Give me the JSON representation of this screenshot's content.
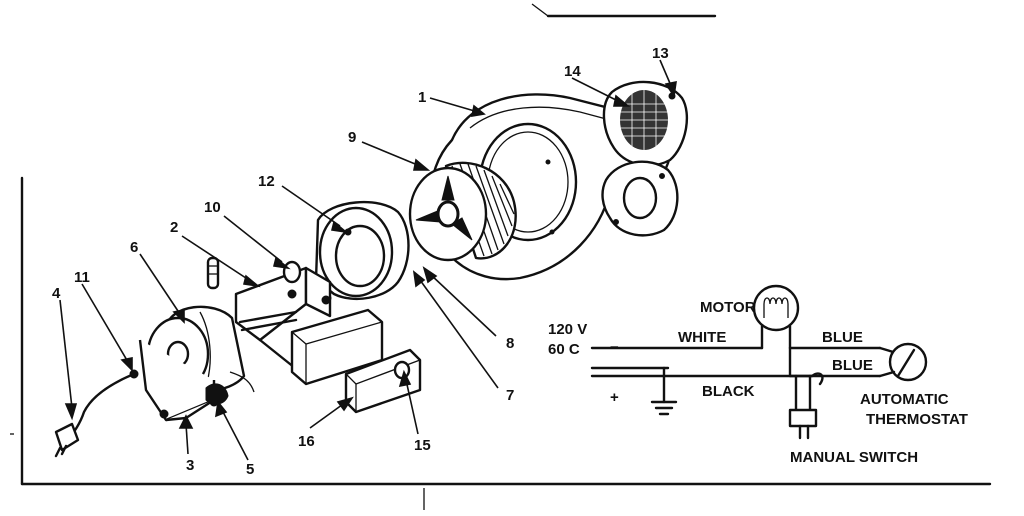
{
  "part_labels": {
    "p1": "1",
    "p2": "2",
    "p3": "3",
    "p4": "4",
    "p5": "5",
    "p6": "6",
    "p7": "7",
    "p8": "8",
    "p9": "9",
    "p10": "10",
    "p11": "11",
    "p12": "12",
    "p13": "13",
    "p14": "14",
    "p15": "15",
    "p16": "16"
  },
  "wiring": {
    "voltage": "120 V",
    "frequency": "60 C",
    "minus": "−",
    "plus": "+",
    "motor": "MOTOR",
    "white": "WHITE",
    "blue_upper": "BLUE",
    "blue_lower": "BLUE",
    "black": "BLACK",
    "automatic": "AUTOMATIC",
    "thermostat": "THERMOSTAT",
    "manual_switch": "MANUAL SWITCH"
  }
}
